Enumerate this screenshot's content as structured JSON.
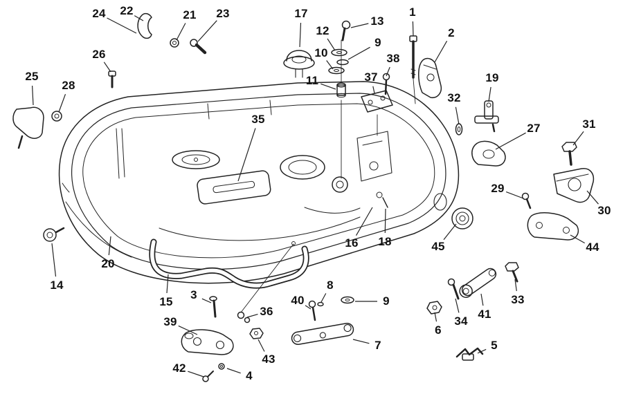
{
  "diagram": {
    "description": "Exploded parts diagram of an outboard motor lower engine cover with numbered callouts",
    "background": "#ffffff",
    "line_color": "#222222",
    "label_color": "#111111",
    "parts": [
      {
        "id": "1",
        "num": "1",
        "label": [
          596,
          18
        ],
        "target": [
          597,
          52
        ]
      },
      {
        "id": "2",
        "num": "2",
        "label": [
          652,
          48
        ],
        "target": [
          628,
          90
        ]
      },
      {
        "id": "3",
        "num": "3",
        "label": [
          280,
          427
        ],
        "target": [
          305,
          438
        ]
      },
      {
        "id": "4",
        "num": "4",
        "label": [
          360,
          544
        ],
        "target": [
          328,
          533
        ]
      },
      {
        "id": "5",
        "num": "5",
        "label": [
          714,
          500
        ],
        "target": [
          690,
          511
        ]
      },
      {
        "id": "6",
        "num": "6",
        "label": [
          633,
          478
        ],
        "target": [
          628,
          452
        ]
      },
      {
        "id": "7",
        "num": "7",
        "label": [
          546,
          500
        ],
        "target": [
          510,
          491
        ]
      },
      {
        "id": "8",
        "num": "8",
        "label": [
          477,
          413
        ],
        "target": [
          464,
          437
        ]
      },
      {
        "id": "9a",
        "num": "9",
        "label": [
          546,
          62
        ],
        "target": [
          503,
          86
        ]
      },
      {
        "id": "9b",
        "num": "9",
        "label": [
          558,
          436
        ],
        "target": [
          513,
          436
        ]
      },
      {
        "id": "10",
        "num": "10",
        "label": [
          464,
          77
        ],
        "target": [
          481,
          100
        ]
      },
      {
        "id": "11",
        "num": "11",
        "label": [
          451,
          117
        ],
        "target": [
          485,
          129
        ]
      },
      {
        "id": "12",
        "num": "12",
        "label": [
          466,
          45
        ],
        "target": [
          484,
          73
        ]
      },
      {
        "id": "13",
        "num": "13",
        "label": [
          545,
          31
        ],
        "target": [
          507,
          40
        ]
      },
      {
        "id": "14",
        "num": "14",
        "label": [
          82,
          413
        ],
        "target": [
          75,
          352
        ]
      },
      {
        "id": "15",
        "num": "15",
        "label": [
          240,
          437
        ],
        "target": [
          243,
          397
        ]
      },
      {
        "id": "16",
        "num": "16",
        "label": [
          508,
          352
        ],
        "target": [
          538,
          300
        ]
      },
      {
        "id": "17",
        "num": "17",
        "label": [
          435,
          20
        ],
        "target": [
          433,
          68
        ]
      },
      {
        "id": "18",
        "num": "18",
        "label": [
          556,
          350
        ],
        "target": [
          557,
          302
        ]
      },
      {
        "id": "19",
        "num": "19",
        "label": [
          711,
          113
        ],
        "target": [
          706,
          147
        ]
      },
      {
        "id": "20",
        "num": "20",
        "label": [
          156,
          382
        ],
        "target": [
          160,
          342
        ]
      },
      {
        "id": "21",
        "num": "21",
        "label": [
          274,
          22
        ],
        "target": [
          255,
          58
        ]
      },
      {
        "id": "22",
        "num": "22",
        "label": [
          183,
          16
        ],
        "target": [
          207,
          30
        ]
      },
      {
        "id": "23",
        "num": "23",
        "label": [
          322,
          20
        ],
        "target": [
          286,
          60
        ]
      },
      {
        "id": "24",
        "num": "24",
        "label": [
          143,
          20
        ],
        "target": [
          197,
          48
        ]
      },
      {
        "id": "25",
        "num": "25",
        "label": [
          46,
          111
        ],
        "target": [
          48,
          152
        ]
      },
      {
        "id": "26",
        "num": "26",
        "label": [
          143,
          79
        ],
        "target": [
          160,
          104
        ]
      },
      {
        "id": "27",
        "num": "27",
        "label": [
          771,
          186
        ],
        "target": [
          716,
          216
        ]
      },
      {
        "id": "28",
        "num": "28",
        "label": [
          99,
          124
        ],
        "target": [
          85,
          162
        ]
      },
      {
        "id": "29",
        "num": "29",
        "label": [
          719,
          273
        ],
        "target": [
          756,
          287
        ]
      },
      {
        "id": "30",
        "num": "30",
        "label": [
          873,
          305
        ],
        "target": [
          848,
          276
        ]
      },
      {
        "id": "31",
        "num": "31",
        "label": [
          851,
          180
        ],
        "target": [
          828,
          210
        ]
      },
      {
        "id": "32",
        "num": "32",
        "label": [
          656,
          142
        ],
        "target": [
          663,
          180
        ]
      },
      {
        "id": "33",
        "num": "33",
        "label": [
          748,
          434
        ],
        "target": [
          744,
          404
        ]
      },
      {
        "id": "34",
        "num": "34",
        "label": [
          666,
          465
        ],
        "target": [
          658,
          432
        ]
      },
      {
        "id": "35",
        "num": "35",
        "label": [
          373,
          173
        ],
        "target": [
          344,
          262
        ]
      },
      {
        "id": "36",
        "num": "36",
        "label": [
          385,
          451
        ],
        "target": [
          357,
          459
        ]
      },
      {
        "id": "37",
        "num": "37",
        "label": [
          536,
          112
        ],
        "target": [
          541,
          135
        ]
      },
      {
        "id": "38",
        "num": "38",
        "label": [
          568,
          85
        ],
        "target": [
          558,
          110
        ]
      },
      {
        "id": "39",
        "num": "39",
        "label": [
          246,
          466
        ],
        "target": [
          285,
          484
        ]
      },
      {
        "id": "40",
        "num": "40",
        "label": [
          430,
          435
        ],
        "target": [
          449,
          447
        ]
      },
      {
        "id": "41",
        "num": "41",
        "label": [
          700,
          455
        ],
        "target": [
          695,
          425
        ]
      },
      {
        "id": "42",
        "num": "42",
        "label": [
          259,
          533
        ],
        "target": [
          294,
          545
        ]
      },
      {
        "id": "43",
        "num": "43",
        "label": [
          388,
          520
        ],
        "target": [
          373,
          491
        ]
      },
      {
        "id": "44",
        "num": "44",
        "label": [
          856,
          358
        ],
        "target": [
          824,
          340
        ]
      },
      {
        "id": "45",
        "num": "45",
        "label": [
          633,
          357
        ],
        "target": [
          659,
          324
        ]
      }
    ]
  }
}
